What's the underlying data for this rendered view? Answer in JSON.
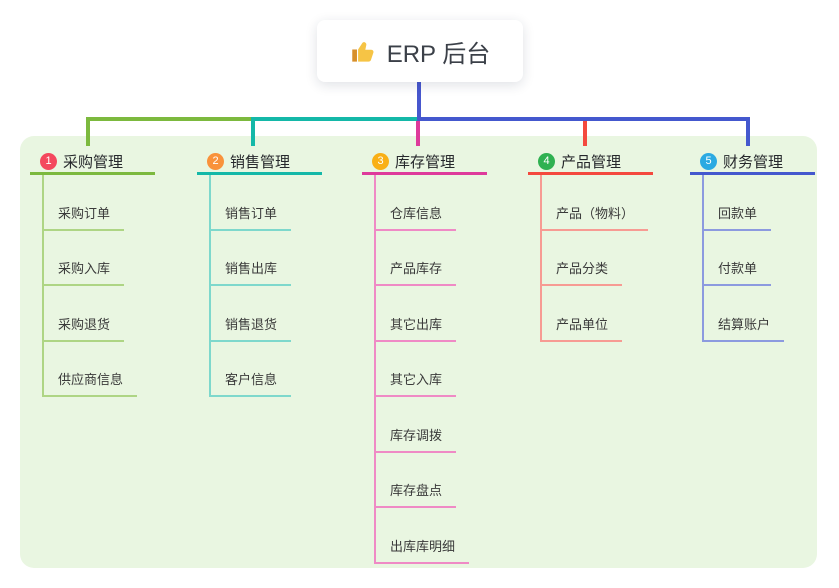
{
  "root": {
    "icon": "thumbs-up-icon",
    "label": "ERP 后台"
  },
  "canvas": {
    "background": "#FFFFFF",
    "panel_background": "#E9F6E1",
    "root_line_color": "#4757CE"
  },
  "branches": [
    {
      "index": "1",
      "label": "采购管理",
      "color": "#7CB93E",
      "light_color": "#AED584",
      "badge_color": "#F4485E",
      "children": [
        "采购订单",
        "采购入库",
        "采购退货",
        "供应商信息"
      ]
    },
    {
      "index": "2",
      "label": "销售管理",
      "color": "#14B8A8",
      "light_color": "#7ED8CC",
      "badge_color": "#F9923B",
      "children": [
        "销售订单",
        "销售出库",
        "销售退货",
        "客户信息"
      ]
    },
    {
      "index": "3",
      "label": "库存管理",
      "color": "#DE3A9B",
      "light_color": "#EF8AC5",
      "badge_color": "#F9B016",
      "children": [
        "仓库信息",
        "产品库存",
        "其它出库",
        "其它入库",
        "库存调拨",
        "库存盘点",
        "出库库明细"
      ]
    },
    {
      "index": "4",
      "label": "产品管理",
      "color": "#F4493E",
      "light_color": "#F79B93",
      "badge_color": "#2FB151",
      "children": [
        "产品（物料）",
        "产品分类",
        "产品单位"
      ]
    },
    {
      "index": "5",
      "label": "财务管理",
      "color": "#4458CE",
      "light_color": "#8C9ADF",
      "badge_color": "#2BAAE2",
      "children": [
        "回款单",
        "付款单",
        "结算账户"
      ]
    }
  ]
}
